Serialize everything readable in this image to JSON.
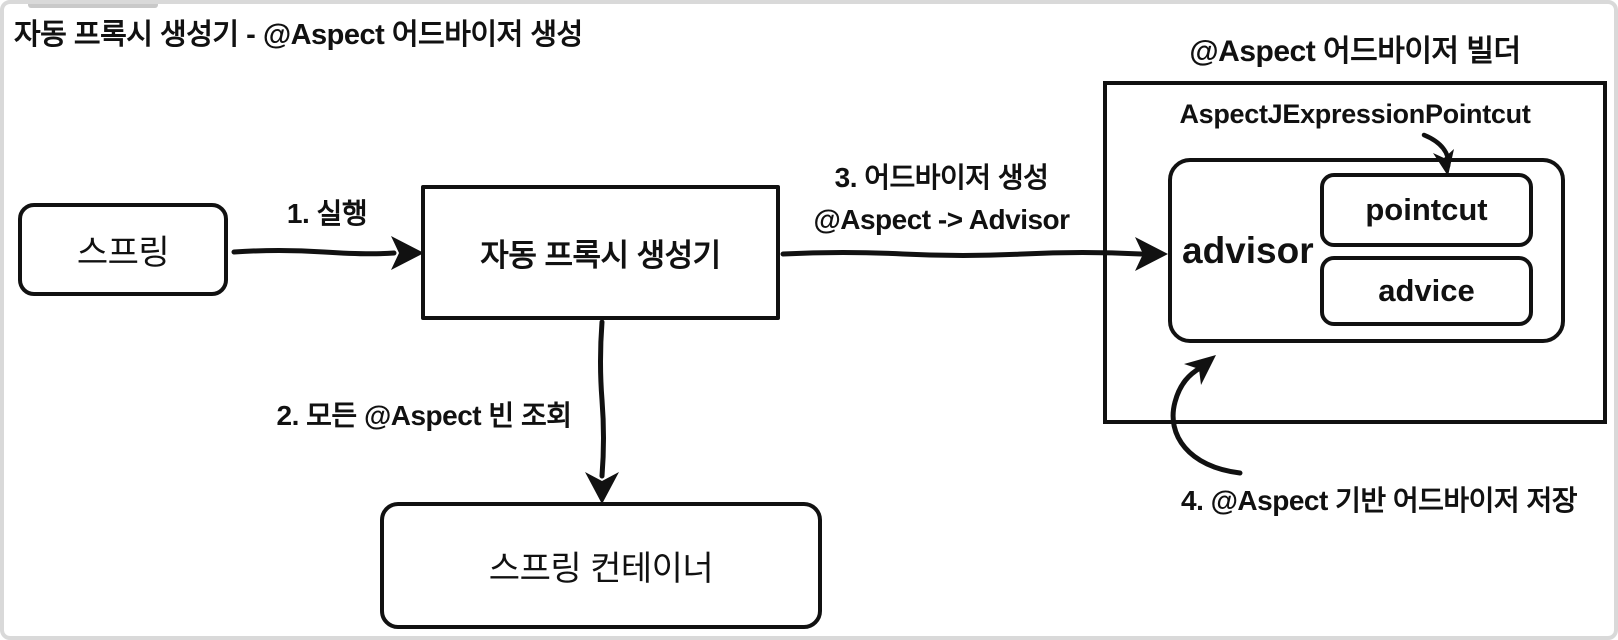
{
  "window": {
    "title": "자동 프록시 생성기 - @Aspect 어드바이저 생성"
  },
  "nodes": {
    "spring": {
      "label": "스프링"
    },
    "auto_proxy_creator": {
      "label": "자동 프록시 생성기"
    },
    "spring_container": {
      "label": "스프링 컨테이너"
    }
  },
  "builder": {
    "title": "@Aspect 어드바이저 빌더",
    "pointcut_class": "AspectJExpressionPointcut",
    "advisor_label": "advisor",
    "pointcut_label": "pointcut",
    "advice_label": "advice"
  },
  "steps": {
    "step1": {
      "label": "1. 실행"
    },
    "step2": {
      "label": "2. 모든 @Aspect 빈 조회"
    },
    "step3": {
      "line1": "3. 어드바이저 생성",
      "line2": "@Aspect -> Advisor"
    },
    "step4": {
      "label": "4. @Aspect 기반 어드바이저 저장"
    }
  },
  "colors": {
    "ink": "#111111",
    "background": "#ffffff",
    "frame_border": "#d9d9d9"
  }
}
